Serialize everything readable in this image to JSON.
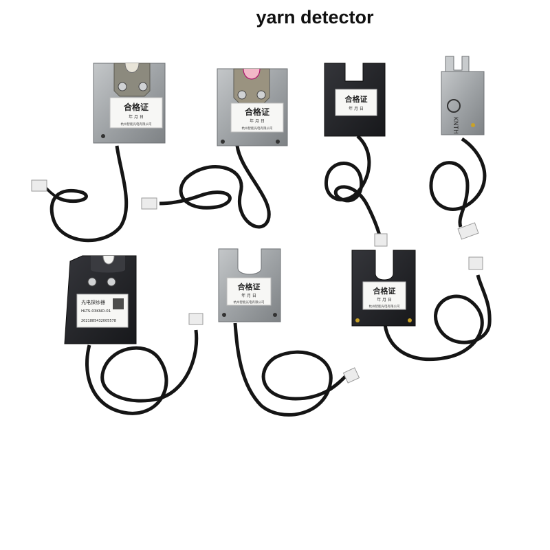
{
  "title": "yarn detector",
  "detectors": [
    {
      "label_title": "合格证",
      "label_date": "年 月 日",
      "label_company": "杭州智能光电有限公司"
    },
    {
      "label_title": "合格证",
      "label_date": "年 月 日",
      "label_company": "杭州智能光电有限公司"
    },
    {
      "label_title": "合格证",
      "label_date": "年 月 日"
    },
    {
      "label_side": "KNTH"
    },
    {
      "label_line1": "光电探纱器",
      "label_line2": "HLTS-03KND-01",
      "label_line3": "2021885432005578"
    },
    {
      "label_title": "合格证",
      "label_date": "年 月 日",
      "label_company": "杭州智能光电有限公司"
    },
    {
      "label_title": "合格证",
      "label_date": "年 月 日",
      "label_company": "杭州智能光电有限公司"
    }
  ],
  "colors": {
    "cable": "#151515",
    "metal": "#a9acae",
    "black_body": "#222326",
    "connector": "#ececec",
    "label": "#f7f7f5"
  }
}
